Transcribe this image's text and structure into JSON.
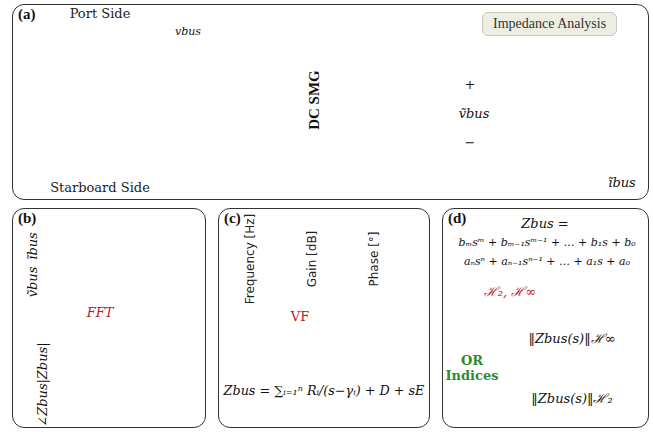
{
  "diagram": {
    "nodes": [
      {
        "text": [
          "(a)"
        ]
      },
      {
        "text": [
          "Port Side",
          "DC SMG",
          "Starboard Side"
        ],
        "in": 0
      },
      {
        "text": [
          "Impedance Analysis"
        ],
        "in": 0
      },
      {
        "text": [
          "(b)"
        ]
      },
      {
        "text": [
          "(c)"
        ]
      },
      {
        "text": [
          "(d)"
        ]
      }
    ],
    "edges": [
      {
        "from": 0,
        "to": 3,
        "arrow": "to"
      },
      {
        "from": 3,
        "to": 4,
        "arrow": "to"
      },
      {
        "from": 4,
        "to": 5,
        "arrow": "to"
      }
    ],
    "labels": [
      "vbus",
      "+",
      "ṽbus",
      "−",
      "ĩbus",
      "ĩbus",
      "ṽbus",
      "FFT",
      "|Zbus|",
      "∠Zbus",
      "Frequency [Hz]",
      "Gain [dB]",
      "Phase [°]",
      "VF",
      "Zbus = ∑ᵢ₌₁ⁿ Rᵢ/(s−γᵢ) + D + sE",
      "Zbus =",
      "bₘsᵐ + bₘ₋₁sᵐ⁻¹ + … + b₁s + b₀",
      "aₙsⁿ + aₙ₋₁sⁿ⁻¹ + … + a₁s + a₀",
      "ℋ₂, ℋ∞",
      "OR Indices",
      "‖Zbus(s)‖ℋ∞",
      "‖Zbus(s)‖ℋ₂"
    ]
  }
}
